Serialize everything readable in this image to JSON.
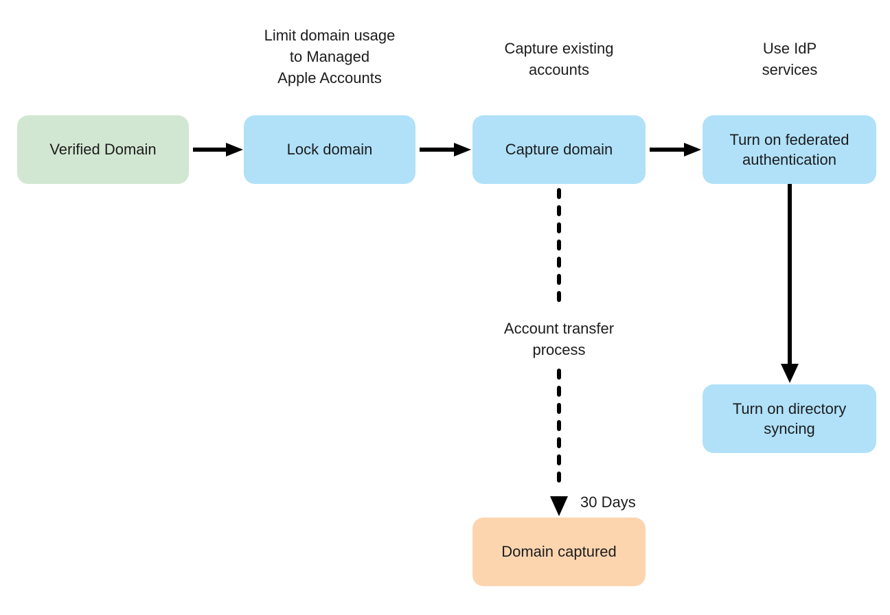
{
  "diagram": {
    "background": "#ffffff",
    "colors": {
      "node_green": "#d2e7d1",
      "node_blue": "#b0e1f8",
      "node_orange": "#fcd5af",
      "text": "#1c1c1e",
      "arrow": "#000000"
    },
    "nodes": [
      {
        "id": "verified-domain",
        "label": "Verified Domain",
        "fill": "#d2e7d1"
      },
      {
        "id": "lock-domain",
        "label": "Lock domain",
        "fill": "#b0e1f8"
      },
      {
        "id": "capture-domain",
        "label": "Capture domain",
        "fill": "#b0e1f8"
      },
      {
        "id": "federated-authentication",
        "label": "Turn on federated authentication",
        "fill": "#b0e1f8"
      },
      {
        "id": "directory-syncing",
        "label": "Turn on directory syncing",
        "fill": "#b0e1f8"
      },
      {
        "id": "domain-captured",
        "label": "Domain captured",
        "fill": "#fcd5af"
      }
    ],
    "annotations": [
      {
        "id": "lock-note",
        "text": "Limit domain usage\nto Managed\nApple Accounts"
      },
      {
        "id": "capture-note",
        "text": "Capture existing\naccounts"
      },
      {
        "id": "idp-note",
        "text": "Use IdP\nservices"
      },
      {
        "id": "transfer-note",
        "text": "Account transfer\nprocess"
      },
      {
        "id": "days-note",
        "text": "30 Days"
      }
    ],
    "edges": [
      {
        "from": "verified-domain",
        "to": "lock-domain",
        "style": "solid"
      },
      {
        "from": "lock-domain",
        "to": "capture-domain",
        "style": "solid"
      },
      {
        "from": "capture-domain",
        "to": "federated-authentication",
        "style": "solid"
      },
      {
        "from": "federated-authentication",
        "to": "directory-syncing",
        "style": "solid"
      },
      {
        "from": "capture-domain",
        "to": "domain-captured",
        "style": "dashed"
      }
    ]
  }
}
